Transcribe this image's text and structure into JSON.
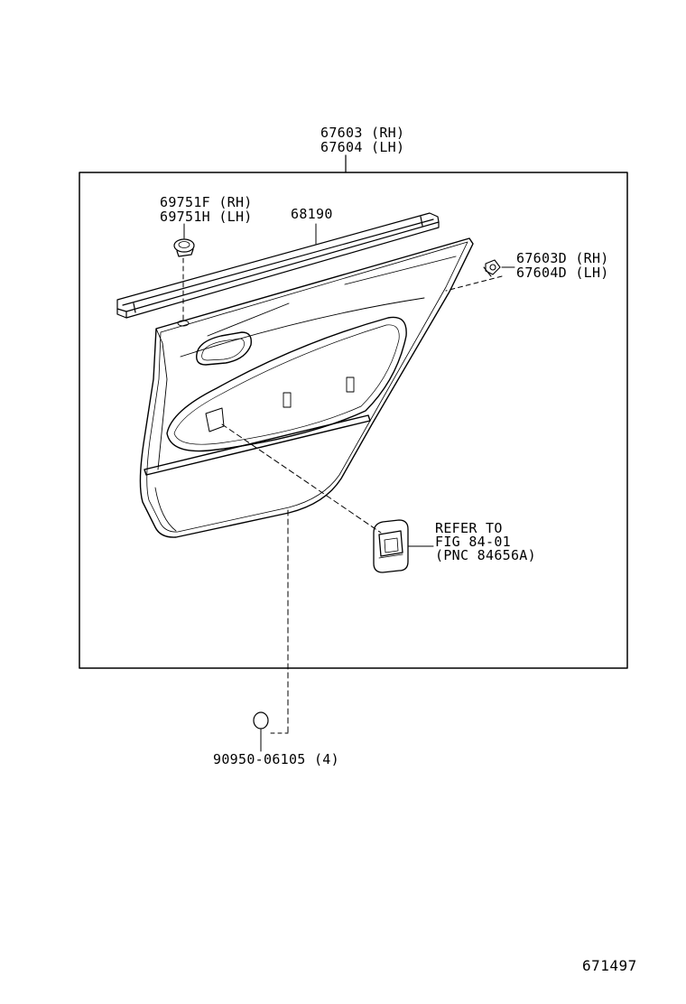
{
  "labels": {
    "trim_board": {
      "line1": "67603 (RH)",
      "line2": "67604 (LH)"
    },
    "hole_cover": {
      "line1": "69751F (RH)",
      "line2": "69751H (LH)"
    },
    "weatherstrip": "68190",
    "clip": {
      "line1": "67603D (RH)",
      "line2": "67604D (LH)"
    },
    "refer": {
      "line1": "REFER TO",
      "line2": "FIG 84-01",
      "line3": "(PNC 84656A)"
    },
    "fastener": "90950-06105 (4)"
  },
  "figure_number": "671497"
}
